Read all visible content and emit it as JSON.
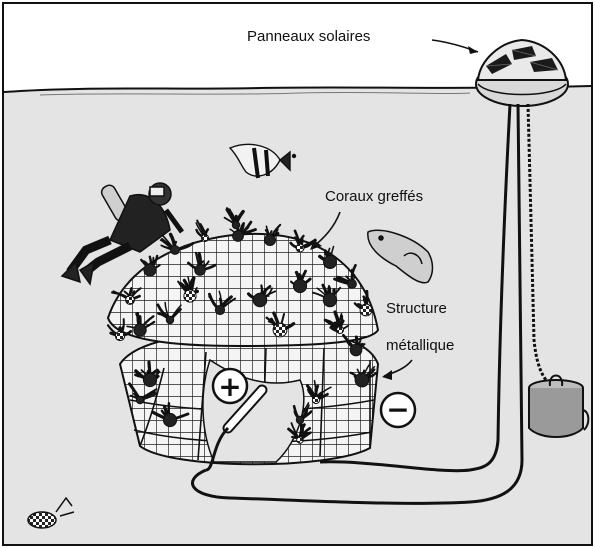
{
  "labels": {
    "solar_panels": "Panneaux solaires",
    "grafted_corals": "Coraux greffés",
    "structure_line1": "Structure",
    "structure_line2": "métallique"
  },
  "symbols": {
    "anode": "+",
    "cathode": "−"
  },
  "colors": {
    "water": "#e4e4e4",
    "ink": "#111111",
    "buoy": "#d9d9d9",
    "panel": "#1a1a1a",
    "weight": "#9a9a9a"
  }
}
